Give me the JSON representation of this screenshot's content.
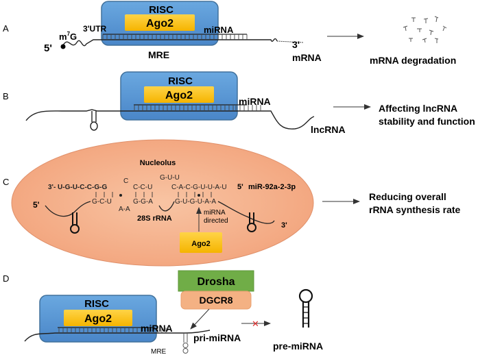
{
  "panels": {
    "A": {
      "letter": "A",
      "risc": "RISC",
      "ago2": "Ago2",
      "utr": "3'UTR",
      "m7g_base": "m",
      "m7g_sup": "7",
      "m7g_end": "G",
      "five_prime": "5'",
      "mirna": "miRNA",
      "mre": "MRE",
      "three_prime": "3'",
      "mrna": "mRNA",
      "outcome": "mRNA degradation"
    },
    "B": {
      "letter": "B",
      "risc": "RISC",
      "ago2": "Ago2",
      "mirna": "miRNA",
      "lncrna": "lncRNA",
      "outcome_line1": "Affecting lncRNA",
      "outcome_line2": "stability and function"
    },
    "C": {
      "letter": "C",
      "nucleolus": "Nucleolus",
      "seq_top_left": "3'- U-G-U-C-C-G-G",
      "seq_loop1": "C",
      "seq_top_mid": "C-C-U",
      "seq_loop2": "G-U-U",
      "seq_top_right": "C-A-C-G-U-U-A-U",
      "five_prime_top": "5'",
      "mir_name": "miR-92a-2-3p",
      "seq_bot_left": "G-C-U",
      "seq_bot_loop1": "A-A",
      "seq_bot_mid": "G-G-A",
      "seq_bot_right": "G-U-G-U-A-A",
      "rrna": "28S rRNA",
      "directed_line1": "miRNA",
      "directed_line2": "directed",
      "ago2": "Ago2",
      "five_prime": "5'",
      "three_prime": "3'",
      "outcome_line1": "Reducing overall",
      "outcome_line2": "rRNA synthesis rate"
    },
    "D": {
      "letter": "D",
      "drosha": "Drosha",
      "dgcr8": "DGCR8",
      "risc": "RISC",
      "ago2": "Ago2",
      "mirna": "miRNA",
      "pri": "pri-miRNA",
      "mre": "MRE",
      "pre": "pre-miRNA",
      "block_mark": "✕"
    }
  },
  "colors": {
    "risc_blue": "#5b9bd5",
    "risc_border": "#41719c",
    "ago2_yellow": "#ffc000",
    "nucleolus": "#f4b183",
    "drosha_green": "#70ad47",
    "dgcr8_orange": "#f4b183",
    "block_red": "#e03030"
  }
}
